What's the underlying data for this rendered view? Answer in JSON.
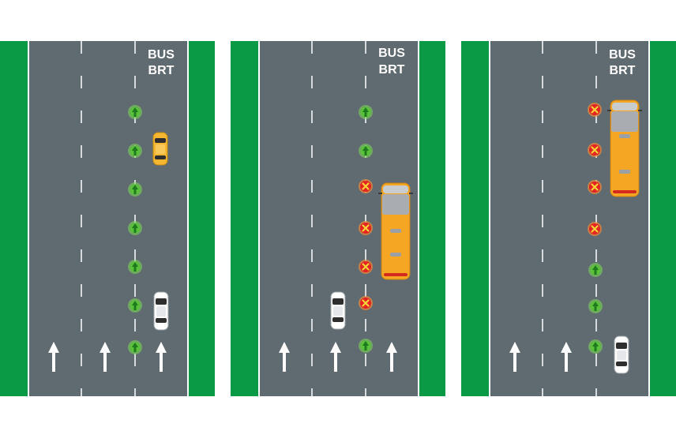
{
  "panels": [
    {
      "id": "panel-1",
      "bus_lane_label_line1": "BUS",
      "bus_lane_label_line2": "BRT",
      "lane_markers": [
        "green-arrow",
        "green-arrow",
        "green-arrow",
        "green-arrow",
        "green-arrow",
        "green-arrow",
        "green-arrow"
      ],
      "vehicles": [
        "yellow-car",
        "white-car"
      ]
    },
    {
      "id": "panel-2",
      "bus_lane_label_line1": "BUS",
      "bus_lane_label_line2": "BRT",
      "lane_markers": [
        "green-arrow",
        "green-arrow",
        "red-x",
        "red-x",
        "red-x",
        "red-x",
        "green-arrow"
      ],
      "vehicles": [
        "orange-bus",
        "white-car"
      ]
    },
    {
      "id": "panel-3",
      "bus_lane_label_line1": "BUS",
      "bus_lane_label_line2": "BRT",
      "lane_markers": [
        "red-x",
        "red-x",
        "red-x",
        "red-x",
        "green-arrow",
        "green-arrow",
        "green-arrow"
      ],
      "vehicles": [
        "orange-bus",
        "white-car"
      ]
    }
  ],
  "colors": {
    "road": "#5f6b70",
    "verge": "#0a9a45",
    "lane_line": "#ffffff",
    "green_signal": "#7ed957",
    "red_signal": "#e32420",
    "bus": "#f5a623",
    "yellow_car": "#f5b731"
  }
}
